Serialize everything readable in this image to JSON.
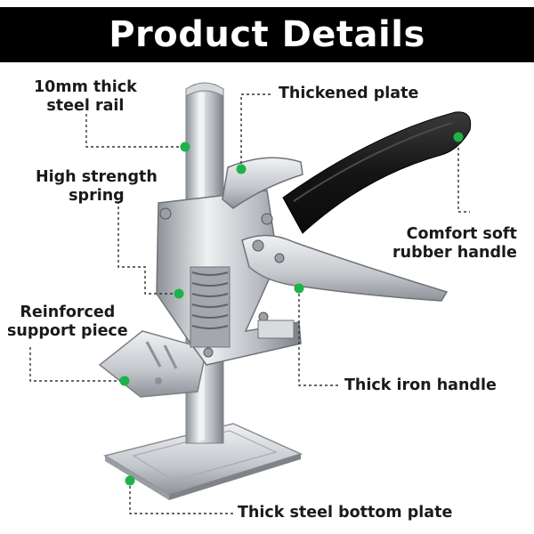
{
  "header": {
    "title": "Product Details"
  },
  "annotations": {
    "rail": [
      "10mm thick",
      "steel rail"
    ],
    "plate": "Thickened plate",
    "spring": [
      "High strength",
      "spring"
    ],
    "rubber_handle": [
      "Comfort soft",
      "rubber handle"
    ],
    "support": [
      "Reinforced",
      "support piece"
    ],
    "iron_handle": "Thick iron handle",
    "bottom_plate": "Thick steel bottom plate"
  },
  "colors": {
    "banner": "#000000",
    "dot": "#1bb34a",
    "leader": "#333333",
    "steel": "#c9ccd0",
    "rubber": "#1c1c1c"
  }
}
